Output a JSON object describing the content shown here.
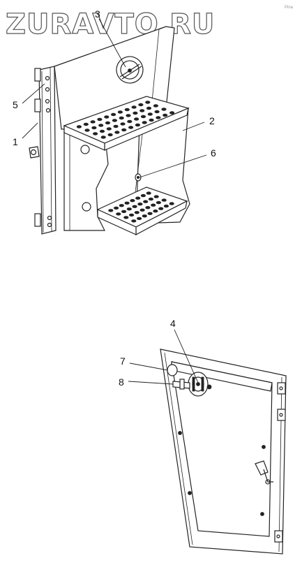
{
  "watermark": "ZURAVTO.RU",
  "corner_mark": "Pina",
  "callouts": {
    "c1": "1",
    "c2": "2",
    "c3": "3",
    "c4": "4",
    "c5": "5",
    "c6": "6",
    "c7": "7",
    "c8": "8"
  }
}
